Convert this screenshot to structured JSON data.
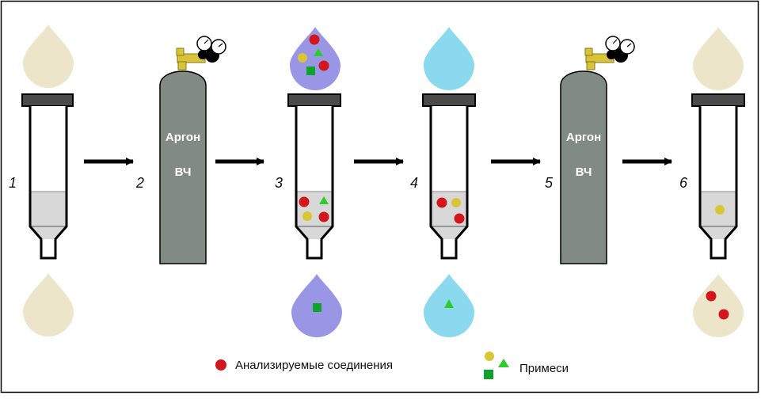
{
  "steps": [
    "1",
    "2",
    "3",
    "4",
    "5",
    "6"
  ],
  "cylinders": [
    {
      "label_top": "Аргон",
      "label_bottom": "ВЧ"
    },
    {
      "label_top": "Аргон",
      "label_bottom": "ВЧ"
    }
  ],
  "legend": {
    "analytes": "Анализируемые соединения",
    "impurities": "Примеси"
  },
  "colors": {
    "cream_drop": "#ede5ca",
    "purple_drop": "#9a96e6",
    "blue_drop": "#8ad9ee",
    "sorbent": "#d8d8d8",
    "cylinder": "#828b83",
    "valve": "#d8c43a",
    "analyte": "#d3151c",
    "impurity_circle": "#d8c634",
    "impurity_triangle": "#2ccd2b",
    "impurity_square": "#0fa32b"
  }
}
